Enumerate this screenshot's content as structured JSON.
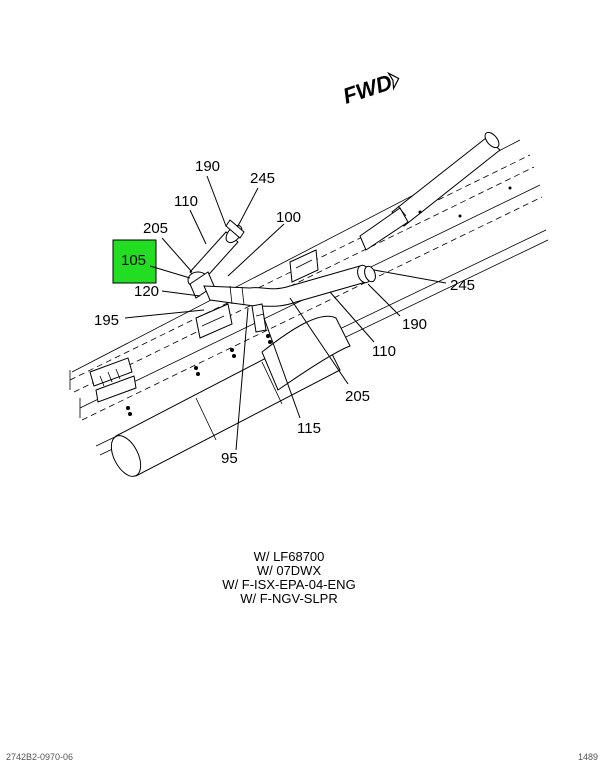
{
  "direction_label": "FWD",
  "callouts": {
    "c190_top": "190",
    "c245_top": "245",
    "c110_top": "110",
    "c100": "100",
    "c205_top": "205",
    "c105": "105",
    "c120": "120",
    "c195": "195",
    "c245_right": "245",
    "c190_right": "190",
    "c110_right": "110",
    "c205_bottom": "205",
    "c115": "115",
    "c95": "95"
  },
  "highlight_color": "#22dd22",
  "notes": [
    "W/ LF68700",
    "W/ 07DWX",
    "W/ F-ISX-EPA-04-ENG",
    "W/ F-NGV-SLPR"
  ],
  "footer": {
    "left": "2742B2-0970-06",
    "right": "1489"
  }
}
